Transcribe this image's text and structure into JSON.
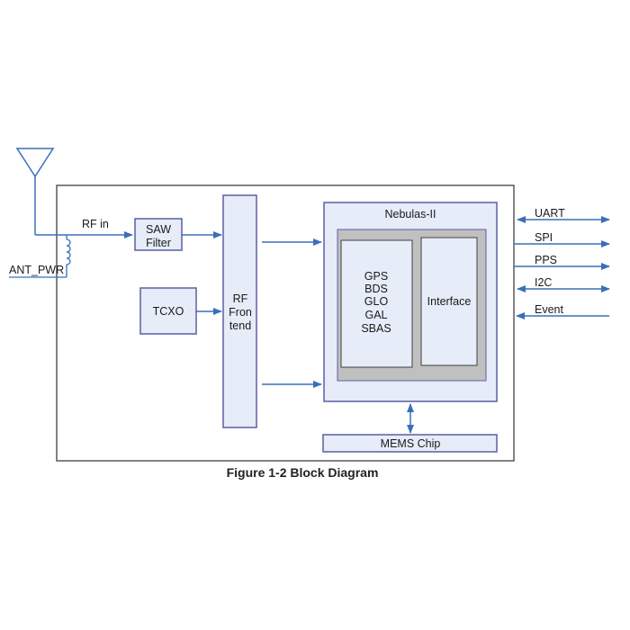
{
  "diagram": {
    "caption": "Figure 1-2 Block Diagram",
    "colors": {
      "line": "#3a6fb8",
      "box_fill": "#e6ecf8",
      "box_stroke": "#5b5ea6",
      "inner_fill": "#c0c0c0",
      "frame": "#404040"
    },
    "labels": {
      "rf_in": "RF in",
      "ant_pwr": "ANT_PWR",
      "saw_line1": "SAW",
      "saw_line2": "Filter",
      "tcxo": "TCXO",
      "rf_line1": "RF",
      "rf_line2": "Fron",
      "rf_line3": "tend",
      "nebulas": "Nebulas-II",
      "gnss": [
        "GPS",
        "BDS",
        "GLO",
        "GAL",
        "SBAS"
      ],
      "interface": "Interface",
      "mems": "MEMS  Chip"
    },
    "signals": {
      "uart": "UART",
      "spi": "SPI",
      "pps": "PPS",
      "i2c": "I2C",
      "event": "Event"
    }
  }
}
